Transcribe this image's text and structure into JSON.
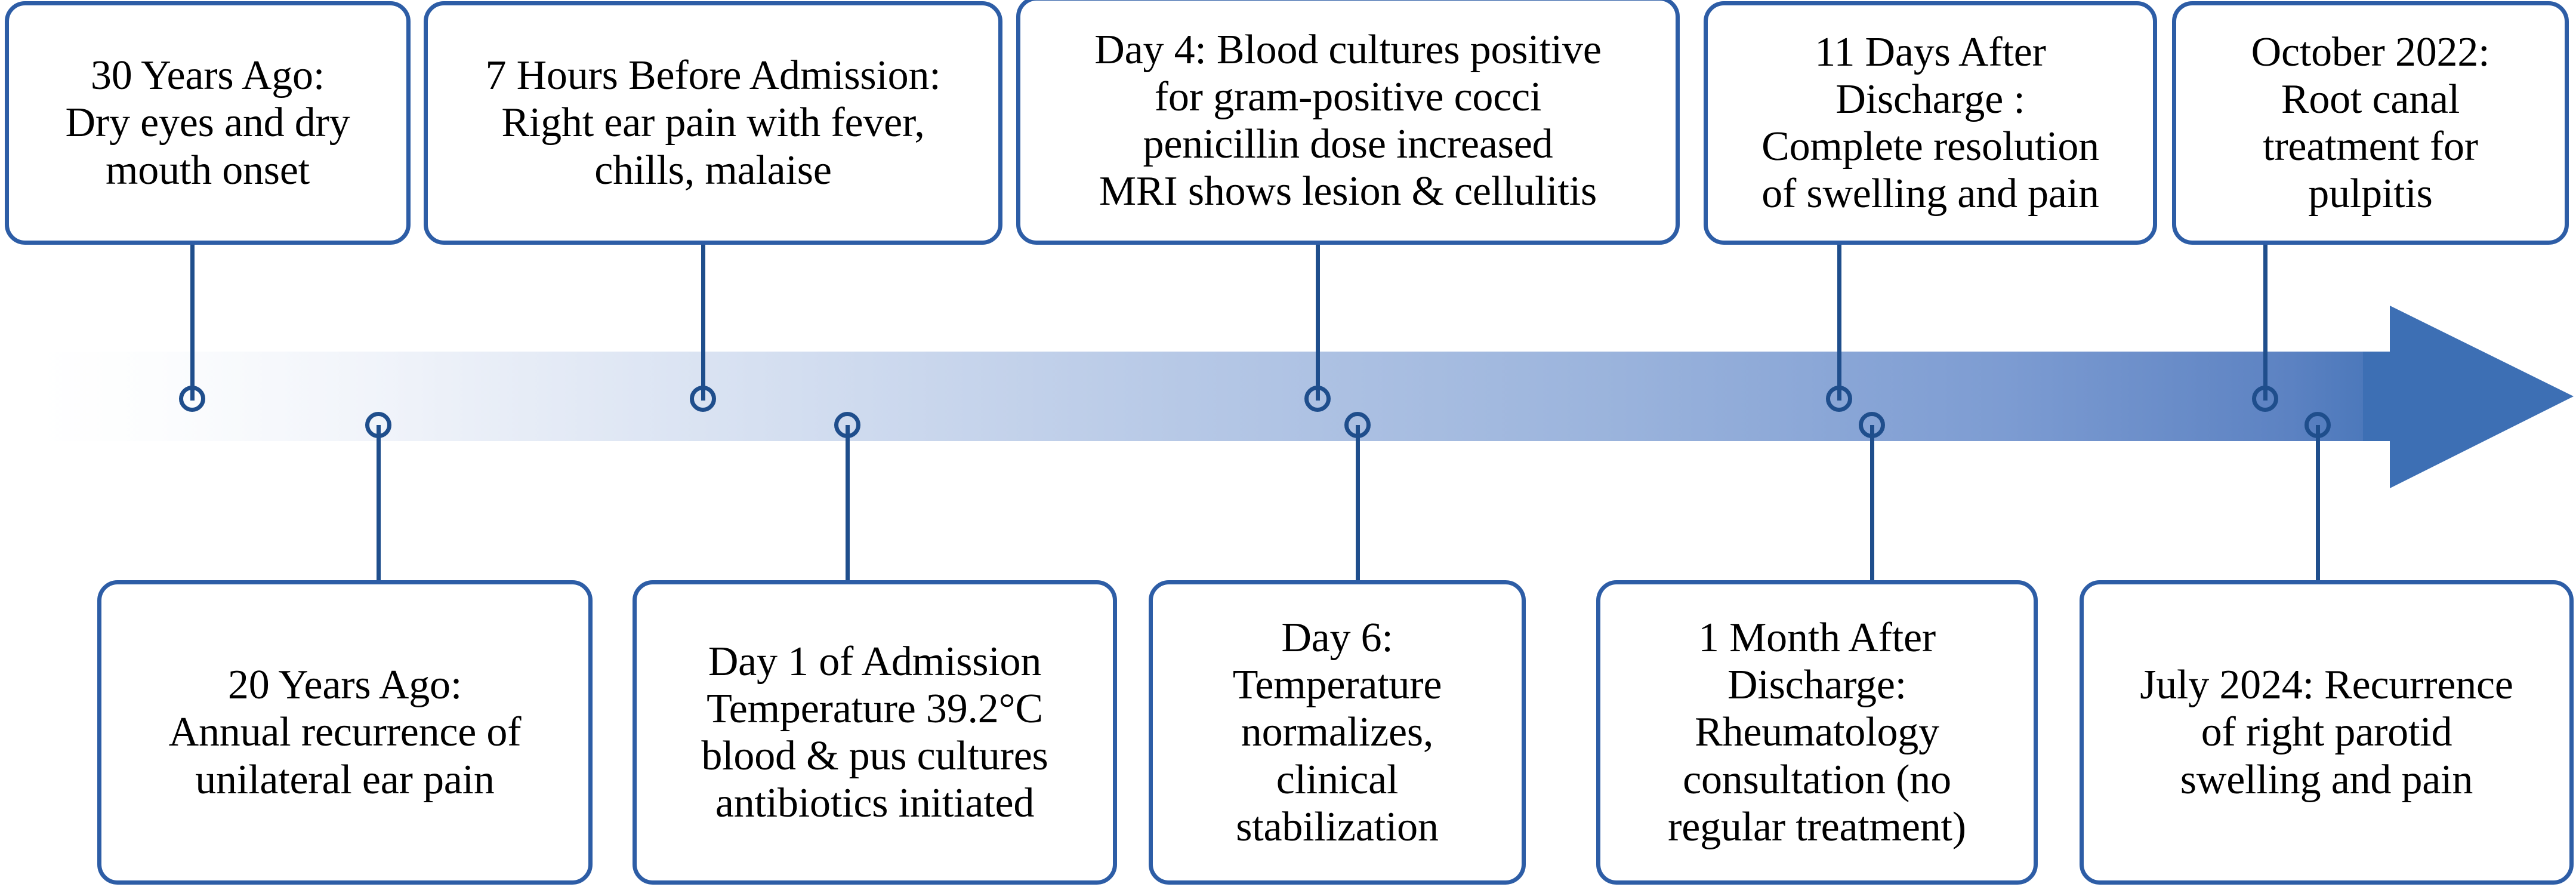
{
  "figure": {
    "kind": "clinical-timeline",
    "direction": "left-to-right",
    "colors": {
      "box_border": "#2D5DA6",
      "connector": "#1F4E8C",
      "marker_stroke": "#1F4E8C",
      "arrow_start": "#FDFEFF",
      "arrow_mid": "#A8BEDF",
      "arrow_end": "#3D6FB4",
      "text": "#000000",
      "background": "#FFFFFF"
    },
    "arrow": {
      "name": "timeline-arrow",
      "has_arrowhead": true,
      "arrowhead_direction": "right"
    }
  },
  "events_top": [
    {
      "id": "evt-30-years-ago",
      "text": "30 Years Ago:\nDry eyes and dry\nmouth onset",
      "marker_name": "timeline-marker-30-years-ago"
    },
    {
      "id": "evt-7-hours-before-admission",
      "text": "7 Hours Before Admission:\nRight ear pain with fever,\nchills, malaise",
      "marker_name": "timeline-marker-7-hours-before-admission"
    },
    {
      "id": "evt-day-4",
      "text": "Day 4: Blood cultures positive\nfor gram-positive cocci\npenicillin dose increased\nMRI shows lesion & cellulitis",
      "marker_name": "timeline-marker-day-4"
    },
    {
      "id": "evt-11-days-after-discharge",
      "text": "11 Days After\nDischarge :\nComplete resolution\nof swelling and pain",
      "marker_name": "timeline-marker-11-days-after-discharge"
    },
    {
      "id": "evt-october-2022",
      "text": "October 2022:\nRoot canal\ntreatment for\npulpitis",
      "marker_name": "timeline-marker-october-2022"
    }
  ],
  "events_bottom": [
    {
      "id": "evt-20-years-ago",
      "text": "20 Years Ago:\nAnnual recurrence of\nunilateral ear pain",
      "marker_name": "timeline-marker-20-years-ago"
    },
    {
      "id": "evt-day-1-of-admission",
      "text": "Day 1 of Admission\nTemperature 39.2°C\nblood & pus cultures\nantibiotics initiated",
      "marker_name": "timeline-marker-day-1-of-admission"
    },
    {
      "id": "evt-day-6",
      "text": "Day 6:\nTemperature\nnormalizes,\nclinical\nstabilization",
      "marker_name": "timeline-marker-day-6"
    },
    {
      "id": "evt-1-month-after-discharge",
      "text": "1 Month After\nDischarge:\nRheumatology\nconsultation (no\nregular treatment)",
      "marker_name": "timeline-marker-1-month-after-discharge"
    },
    {
      "id": "evt-july-2024",
      "text": "July 2024: Recurrence\nof right parotid\nswelling and pain",
      "marker_name": "timeline-marker-july-2024"
    }
  ]
}
